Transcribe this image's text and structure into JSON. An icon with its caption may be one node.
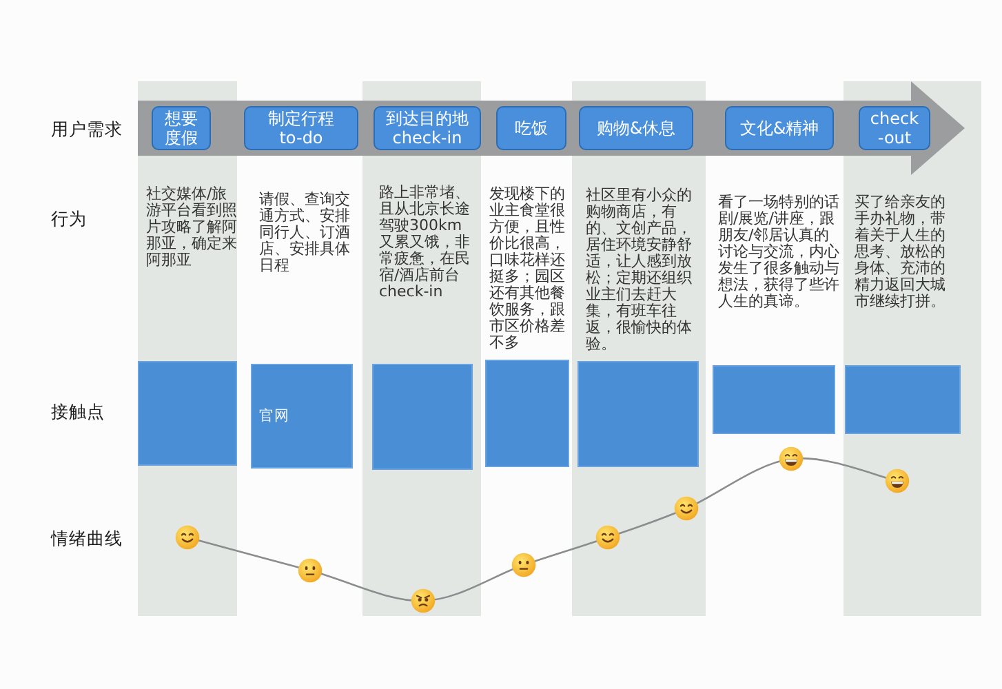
{
  "diagram": {
    "nodes": [
      {
        "text": [
          "想要度假"
        ]
      },
      {
        "text": [
          "制定行程 to-do"
        ]
      },
      {
        "text": [
          "到达目的地 check-in"
        ]
      },
      {
        "text": [
          "吃饭"
        ]
      },
      {
        "text": [
          "购物&休息"
        ]
      },
      {
        "text": [
          "文化&精神"
        ]
      },
      {
        "text": [
          "check -out"
        ]
      },
      {
        "text": [],
        "shape": "box"
      },
      {
        "text": [
          "官网"
        ]
      },
      {
        "text": [],
        "shape": "box"
      },
      {
        "text": [],
        "shape": "box"
      },
      {
        "text": [],
        "shape": "box"
      },
      {
        "text": [],
        "shape": "box"
      },
      {
        "text": [],
        "shape": "box"
      }
    ],
    "labels": [
      "用户需求",
      "行为",
      "社交媒体/旅游平台看到照片攻略了解阿那亚，确定来阿那亚",
      "请假、查询交通方式、安排同行人、订酒店、安排具体日程",
      "路上非常堵、且从北京长途驾驶300km又累又饿，非常疲惫，在民宿/酒店前台check-in",
      "发现楼下的业主食堂很方便，且性价比很高，口味花样还挺多；园区还有其他餐饮服务，跟市区价格差不多",
      "社区里有小众的购物商店，有的、文创产品，居住环境安静舒适，让人感到放松；定期还组织业主们去赶大集，有班车往返，很愉快的体验。",
      "看了一场特别的话剧/展览/讲座，跟朋友/邻居认真的讨论与交流，内心发生了很多触动与想法，获得了些许人生的真谛。",
      "买了给亲友的手办礼物，带着关于人生的思考、放松的身体、充沛的精力返回大城市继续打拼。",
      "接触点",
      "情绪曲线"
    ]
  }
}
